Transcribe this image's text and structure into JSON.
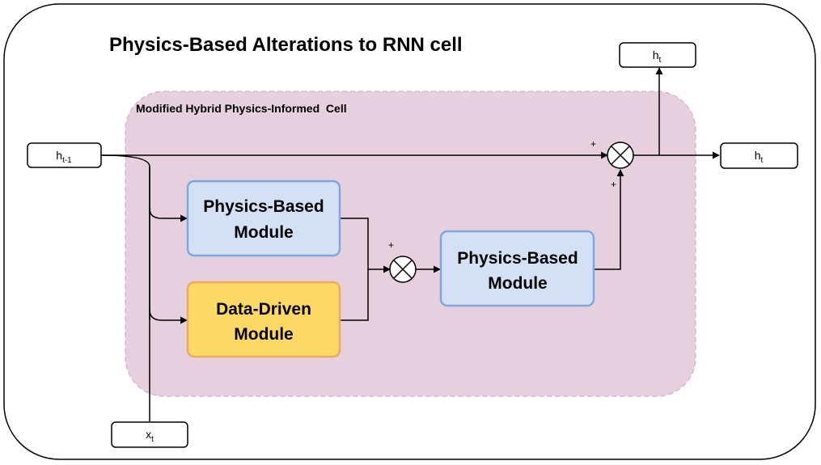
{
  "diagram": {
    "title": "Physics-Based Alterations to RNN cell",
    "region_label": "Modified Hybrid Physics-Informed  Cell",
    "inputs": {
      "h_prev": {
        "base": "h",
        "sub": "t-1"
      },
      "x": {
        "base": "x",
        "sub": "t"
      }
    },
    "outputs": {
      "h_top": {
        "base": "h",
        "sub": "t"
      },
      "h_right": {
        "base": "h",
        "sub": "t"
      }
    },
    "modules": {
      "physics_left": {
        "line1": "Physics-Based",
        "line2": "Module"
      },
      "data_driven": {
        "line1": "Data-Driven",
        "line2": "Module"
      },
      "physics_right": {
        "line1": "Physics-Based",
        "line2": "Module"
      }
    },
    "operators": {
      "combine_lower_plus": "+",
      "combine_upper_plus_left": "+",
      "combine_upper_plus_bottom": "+"
    },
    "colors": {
      "region_fill": "#e6d0de",
      "physics_fill": "#d4e1f5",
      "physics_stroke": "#7ea6e0",
      "data_fill": "#ffd966",
      "data_stroke": "#f0a860"
    }
  }
}
